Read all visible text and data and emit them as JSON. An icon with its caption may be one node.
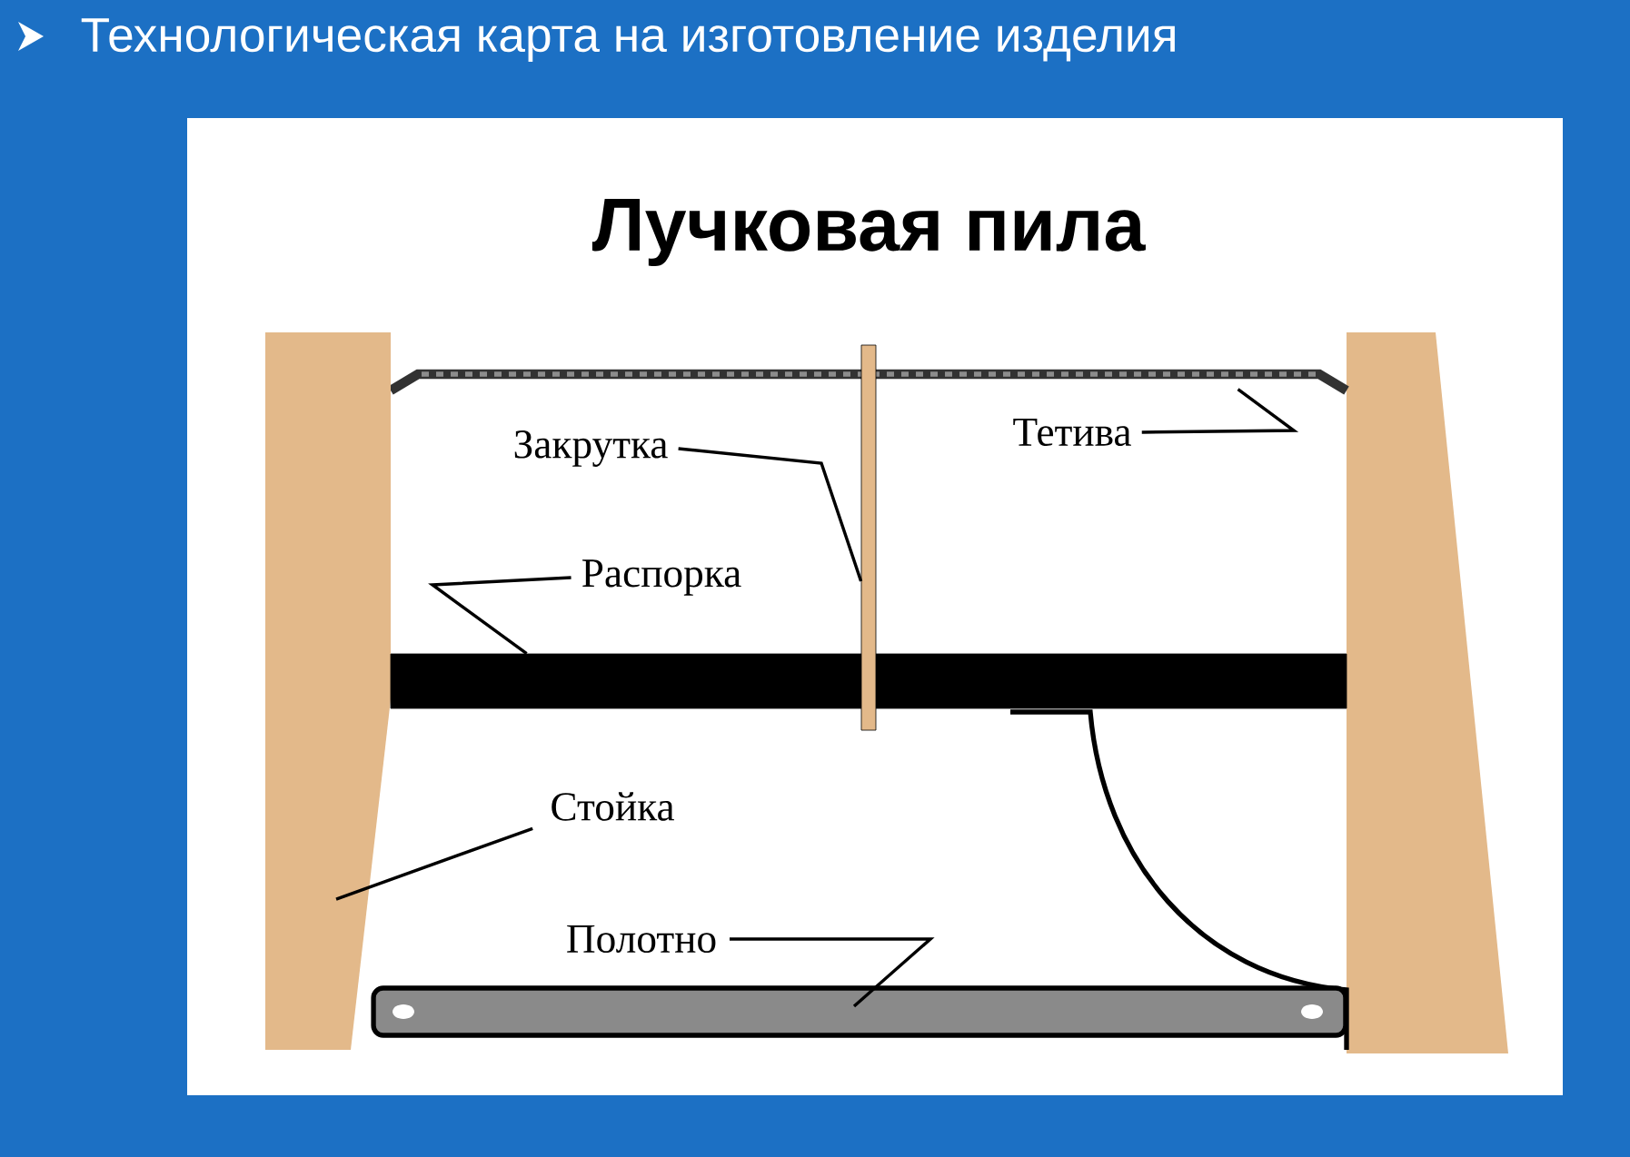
{
  "diagram": {
    "title": "Технологическая карта на изготовление изделия",
    "nodes": [
      {
        "text": [
          "Закрутка"
        ]
      },
      {
        "text": [],
        "shape": "bar"
      },
      {
        "text": [
          "Тетива"
        ]
      },
      {
        "text": [],
        "shape": "cord"
      },
      {
        "text": [
          "Распорка"
        ]
      },
      {
        "text": [],
        "shape": "bar"
      },
      {
        "text": [
          "Стойка"
        ]
      },
      {
        "text": [],
        "shape": "post"
      },
      {
        "text": [
          "Полотно"
        ]
      },
      {
        "text": [],
        "shape": "blade"
      }
    ],
    "edges": [
      {
        "from": 0,
        "to": 1,
        "arrow": "none"
      },
      {
        "from": 2,
        "to": 3,
        "arrow": "none"
      },
      {
        "from": 4,
        "to": 5,
        "arrow": "none"
      },
      {
        "from": 6,
        "to": 7,
        "arrow": "none"
      },
      {
        "from": 8,
        "to": 9,
        "arrow": "none"
      }
    ],
    "labels": [
      "Лучковая пила"
    ]
  }
}
